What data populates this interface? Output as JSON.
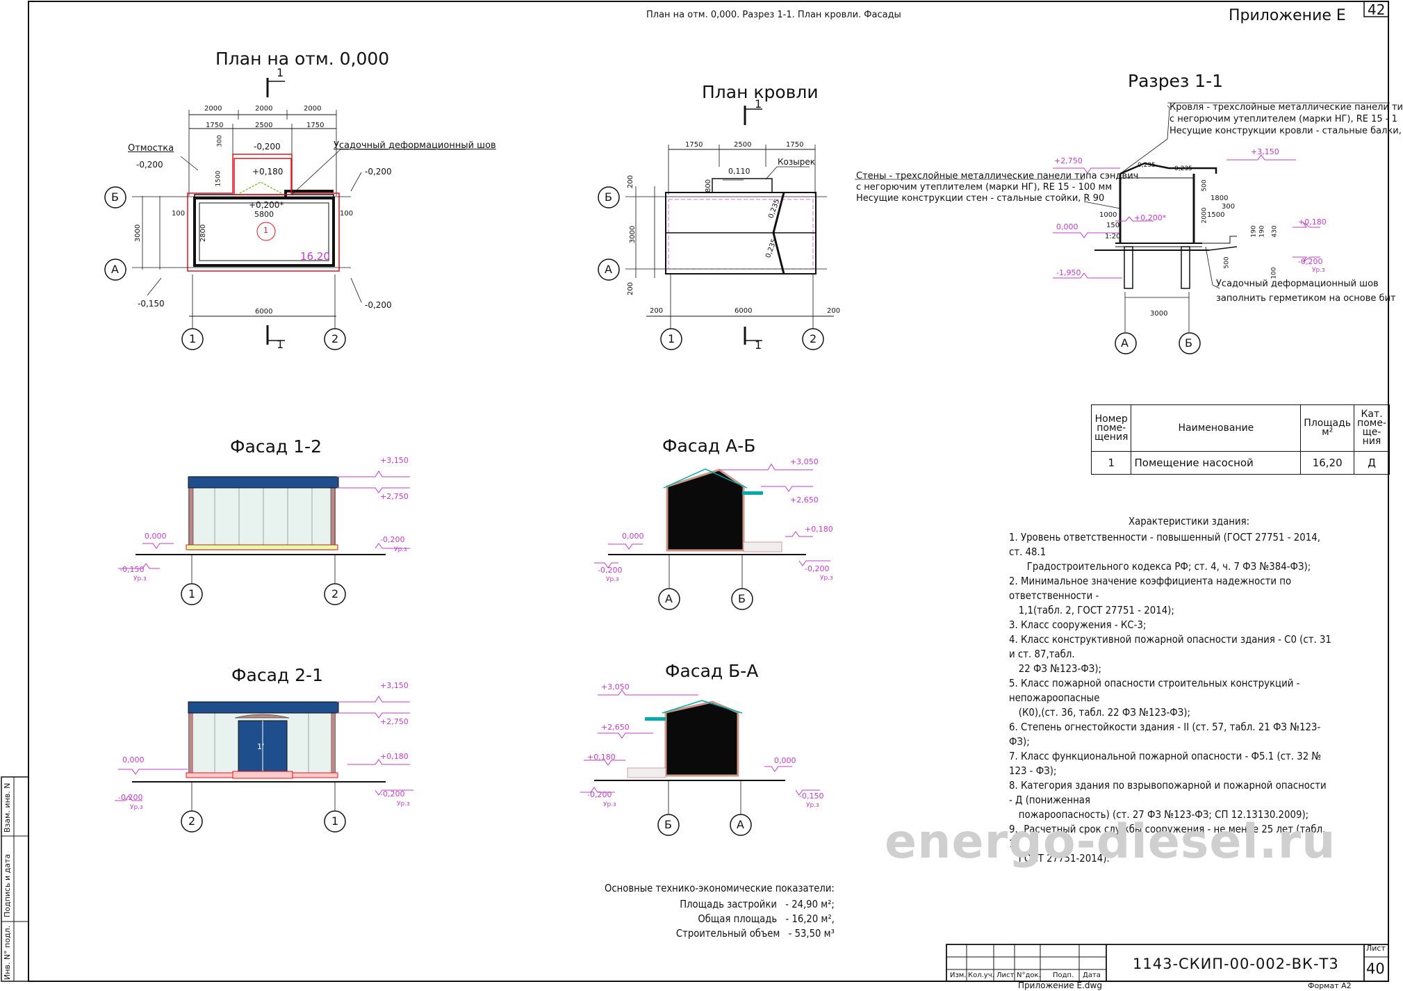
{
  "header": {
    "sheet_title": "План на отм. 0,000. Разрез 1-1. План кровли. Фасады",
    "appendix": "Приложение Е",
    "sheet_number_top": "42"
  },
  "plan_floor": {
    "title": "План на отм. 0,000",
    "section_mark": "1",
    "dims_top_row1": [
      "2000",
      "2000",
      "2000"
    ],
    "dims_top_row2": [
      "1750",
      "2500",
      "1750"
    ],
    "dim_300": "300",
    "dim_1500": "1500",
    "dim_100": "100",
    "dim_5800": "5800",
    "dim_3000": "3000",
    "dim_2800": "2800",
    "dim_6000": "6000",
    "label_otmostka": "Отмостка",
    "label_joint": "Усадочный деформационный шов",
    "lvl_m0200_left": "-0,200",
    "lvl_m0200_tl": "-0,200",
    "lvl_m0200_tr": "-0,200",
    "lvl_m0200_br": "-0,200",
    "lvl_m0150": "-0,150",
    "lvl_p0180": "+0,180",
    "lvl_p0200": "+0,200*",
    "room_no": "1",
    "area": "16,20",
    "axis_b": "Б",
    "axis_a": "А",
    "axis_1": "1",
    "axis_2": "2"
  },
  "plan_roof": {
    "title": "План кровли",
    "section_mark": "1",
    "dims_top": [
      "1750",
      "2500",
      "1750"
    ],
    "dim_200": "200",
    "dim_800": "800",
    "dim_3000": "3000",
    "dim_6000": "6000",
    "lvl_0110": "0,110",
    "lbl_kozyrek": "Козырек",
    "slope_1": "0,235",
    "slope_2": "0,235",
    "axis_b": "Б",
    "axis_a": "А",
    "axis_1": "1",
    "axis_2": "2"
  },
  "section": {
    "title": "Разрез 1-1",
    "note_roof": [
      "Кровля - трехслойные металлические панели ти",
      "с негорючим утеплителем (марки НГ), RE 15 - 1",
      "Несущие конструкции кровли - стальные балки,"
    ],
    "note_walls": [
      "Стены - трехслойные металлические панели типа сэндвич",
      "с негорючим утеплителем (марки НГ), RE 15 - 100 мм",
      "Несущие конструкции стен - стальные стойки, R 90"
    ],
    "note_joint": [
      "Усадочный деформационный шов",
      "заполнить герметиком на основе бит"
    ],
    "lvl_p2750": "+2,750",
    "lvl_p3150": "+3,150",
    "lvl_p0200": "+0,200*",
    "lvl_0000": "0,000",
    "lvl_m1950": "-1,950",
    "lvl_p0180": "+0,180",
    "lvl_m0200": "-0,200",
    "lvl_sub": "Ур.з",
    "dims": [
      "0,235",
      "0,235",
      "500",
      "2000",
      "1800",
      "300",
      "1500",
      "1000",
      "150",
      "1:20",
      "190",
      "190",
      "430",
      "500",
      "100",
      "3000"
    ],
    "axis_a": "А",
    "axis_b": "Б"
  },
  "rooms_table": {
    "headers": [
      "Номер поме- щения",
      "Наименование",
      "Площадь м²",
      "Кат. поме- ще- ния"
    ],
    "rows": [
      [
        "1",
        "Помещение насосной",
        "16,20",
        "Д"
      ]
    ]
  },
  "facade_12": {
    "title": "Фасад 1-2",
    "lvl_top": "+3,150",
    "lvl_eave": "+2,750",
    "lvl_0": "0,000",
    "lvl_m0200": "-0,200",
    "lvl_m0150": "-0,150",
    "sub": "Ур.з",
    "axis_l": "1",
    "axis_r": "2"
  },
  "facade_ab": {
    "title": "Фасад А-Б",
    "lvl_top": "+3,050",
    "lvl_eave": "+2,650",
    "lvl_0": "0,000",
    "lvl_p0180": "+0,180",
    "lvl_m0200_l": "-0,200",
    "lvl_m0200_r": "-0,200",
    "sub": "Ур.з",
    "axis_l": "А",
    "axis_r": "Б"
  },
  "facade_21": {
    "title": "Фасад 2-1",
    "lvl_top": "+3,150",
    "lvl_eave": "+2,750",
    "lvl_0": "0,000",
    "lvl_p0180": "+0,180",
    "lvl_m0200": "-0,200",
    "lvl_m0200_r": "-0,200",
    "sub": "Ур.з",
    "door": "1ʼ",
    "axis_l": "2",
    "axis_r": "1"
  },
  "facade_ba": {
    "title": "Фасад Б-А",
    "lvl_top": "+3,050",
    "lvl_eave": "+2,650",
    "lvl_p0180": "+0,180",
    "lvl_m0200": "-0,200",
    "lvl_0": "0,000",
    "lvl_m0150": "-0,150",
    "sub": "Ур.з",
    "axis_l": "Б",
    "axis_r": "А"
  },
  "characteristics": {
    "title": "Характеристики здания:",
    "items": [
      "1. Уровень ответственности - повышенный (ГОСТ 27751 - 2014, ст. 48.1",
      "   Градостроительного кодекса РФ; ст. 4, ч. 7 ФЗ №384-ФЗ);",
      "2. Минимальное значение коэффициента надежности по ответственности -",
      "   1,1(табл. 2, ГОСТ 27751 - 2014);",
      "3. Класс сооружения - КС-3;",
      "4. Класс конструктивной пожарной опасности здания - С0 (ст. 31 и ст. 87,табл.",
      "   22 ФЗ №123-ФЗ);",
      "5. Класс пожарной опасности строительных конструкций - непожароопасные",
      "   (К0),(ст. 36, табл. 22 ФЗ №123-ФЗ);",
      "6. Степень огнестойкости здания - II (ст. 57, табл. 21 ФЗ №123-ФЗ);",
      "7. Класс функциональной пожарной опасности - Ф5.1 (ст. 32 № 123 - ФЗ);",
      "8. Категория здания по взрывопожарной и пожарной опасности - Д (пониженная",
      "   пожароопасность) (ст. 27 ФЗ №123-ФЗ; СП 12.13130.2009);",
      "9. .Расчетный срок службы сооружения - не менее 25 лет (табл. 1",
      "   ГОСТ 27751-2014)."
    ]
  },
  "tep": {
    "title": "Основные технико-экономические показатели:",
    "rows": [
      {
        "label": "Площадь застройки",
        "value": "- 24,90 м²;"
      },
      {
        "label": "Общая площадь",
        "value": "- 16,20 м²,"
      },
      {
        "label": "Строительный объем",
        "value": "- 53,50 м³"
      }
    ]
  },
  "watermark": "energo-diesel.ru",
  "stamp": {
    "code": "1143-СКИП-00-002-ВК-Т3",
    "cols": [
      "Изм.",
      "Кол.уч.",
      "Лист",
      "N°док.",
      "Подп.",
      "Дата"
    ],
    "sheet_label": "Лист",
    "sheet_no": "40",
    "file": "Приложение Е.dwg",
    "format": "Формат А2"
  },
  "side_stamp": [
    "Взам. инв. N",
    "Подпись и дата",
    "Инв. N° подл."
  ],
  "colors": {
    "line": "#111111",
    "magenta": "#c03cc8",
    "red": "#e0141e",
    "roof": "#1e4f8c",
    "panel": "#e8f2ef",
    "dark": "#0a0a0a",
    "watermark": "#cfcfcf"
  }
}
